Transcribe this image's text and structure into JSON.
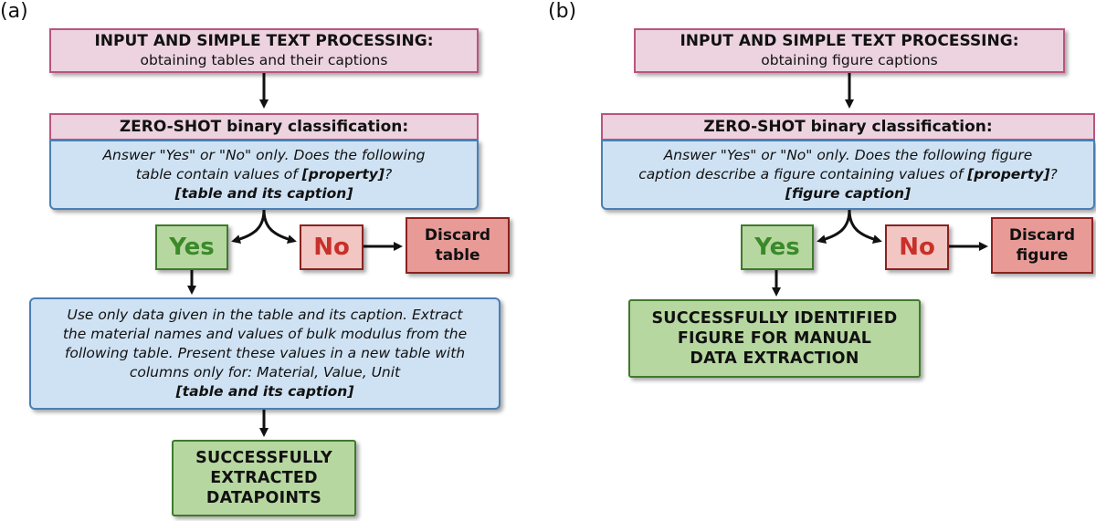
{
  "panels": {
    "a": {
      "label": "(a)",
      "input_title": "INPUT AND SIMPLE TEXT PROCESSING:",
      "input_sub": "obtaining tables and their captions",
      "zs_title": "ZERO-SHOT binary classification:",
      "zs_prompt_1": "Answer \"Yes\" or \"No\" only. Does the following",
      "zs_prompt_2a": "table contain values of ",
      "zs_prompt_2b": "[property]",
      "zs_prompt_2c": "?",
      "zs_prompt_3": "[table and its caption]",
      "yes_label": "Yes",
      "no_label": "No",
      "discard_1": "Discard",
      "discard_2": "table",
      "extract_1": "Use only data given in the table and its caption. Extract",
      "extract_2": "the material names and values of bulk modulus from the",
      "extract_3": "following table. Present these values in a new table with",
      "extract_4": "columns only for: Material, Value, Unit",
      "extract_5": "[table and its caption]",
      "result_1": "SUCCESSFULLY",
      "result_2": "EXTRACTED",
      "result_3": "DATAPOINTS"
    },
    "b": {
      "label": "(b)",
      "input_title": "INPUT AND SIMPLE TEXT PROCESSING:",
      "input_sub": "obtaining figure captions",
      "zs_title": "ZERO-SHOT binary classification:",
      "zs_prompt_1": "Answer \"Yes\" or \"No\" only. Does the following figure",
      "zs_prompt_2a": "caption describe a figure containing values of ",
      "zs_prompt_2b": "[property]",
      "zs_prompt_2c": "?",
      "zs_prompt_3": "[figure caption]",
      "yes_label": "Yes",
      "no_label": "No",
      "discard_1": "Discard",
      "discard_2": "figure",
      "result_1": "SUCCESSFULLY IDENTIFIED",
      "result_2": "FIGURE FOR MANUAL",
      "result_3": "DATA EXTRACTION"
    }
  }
}
